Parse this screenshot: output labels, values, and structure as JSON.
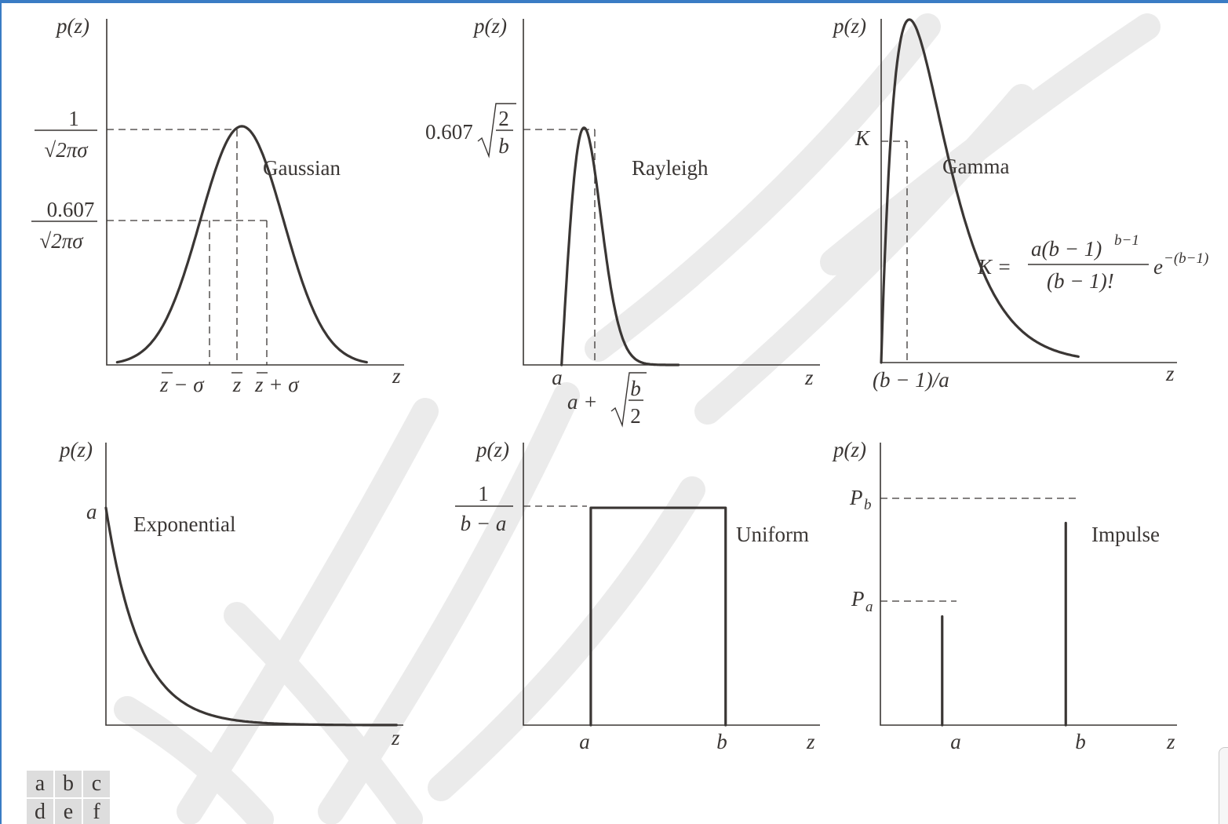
{
  "panel_legend": [
    "a",
    "b",
    "c",
    "d",
    "e",
    "f"
  ],
  "chart_data": [
    {
      "type": "line",
      "name": "Gaussian",
      "y_axis_label": "p(z)",
      "x_axis_label": "z",
      "y_labels": {
        "peak_num": "1",
        "peak_den": "√2πσ",
        "mid_num": "0.607",
        "mid_den": "√2πσ"
      },
      "x_labels": {
        "left": "z − σ",
        "center": "z",
        "right": "z + σ"
      },
      "params": {
        "mean": 0,
        "sigma": 1
      },
      "x_range": [
        -3.25,
        3.9
      ],
      "y_range": [
        0,
        1.45
      ]
    },
    {
      "type": "line",
      "name": "Rayleigh",
      "y_axis_label": "p(z)",
      "x_axis_label": "z",
      "y_labels": {
        "peak_coef": "0.607",
        "peak_num": "2",
        "peak_den": "b"
      },
      "x_labels": {
        "start": "a",
        "mode_prefix": "a +",
        "mode_num": "b",
        "mode_den": "2"
      },
      "params": {
        "a": 0,
        "b": 2
      },
      "x_range": [
        -1.7,
        11.5
      ],
      "y_range": [
        0,
        0.885
      ]
    },
    {
      "type": "line",
      "name": "Gamma",
      "y_axis_label": "p(z)",
      "x_axis_label": "z",
      "y_labels": {
        "peak": "K"
      },
      "x_labels": {
        "mode": "(b − 1)/a"
      },
      "formula": {
        "lhs": "K =",
        "num": "a(b − 1)",
        "num_sup": "b−1",
        "den": "(b − 1)!",
        "exp_base": "e",
        "exp_sup": "−(b−1)"
      },
      "params": {
        "a": 1,
        "b": 2
      },
      "x_range": [
        0,
        10.5
      ],
      "y_range": [
        0,
        0.435
      ]
    },
    {
      "type": "line",
      "name": "Exponential",
      "y_axis_label": "p(z)",
      "x_axis_label": "z",
      "y_labels": {
        "start": "a"
      },
      "params": {
        "a": 1
      },
      "x_range": [
        0,
        8.7
      ],
      "y_range": [
        0,
        1.3
      ]
    },
    {
      "type": "line",
      "name": "Uniform",
      "y_axis_label": "p(z)",
      "x_axis_label": "z",
      "y_labels": {
        "height_num": "1",
        "height_den": "b − a"
      },
      "x_labels": {
        "a": "a",
        "b": "b"
      },
      "params": {
        "a": 1,
        "b": 3
      },
      "x_range": [
        0,
        4.4
      ],
      "y_range": [
        0,
        1.3
      ]
    },
    {
      "type": "bar",
      "name": "Impulse",
      "y_axis_label": "p(z)",
      "x_axis_label": "z",
      "y_labels": {
        "pa_base": "P",
        "pa_sub": "a",
        "pb_base": "P",
        "pb_sub": "b"
      },
      "x_labels": {
        "a": "a",
        "b": "b"
      },
      "params": {
        "a": 1,
        "b": 3,
        "Pa": 0.5,
        "Pb": 0.93
      },
      "x_range": [
        0,
        4.8
      ],
      "y_range": [
        0,
        1.3
      ]
    }
  ]
}
